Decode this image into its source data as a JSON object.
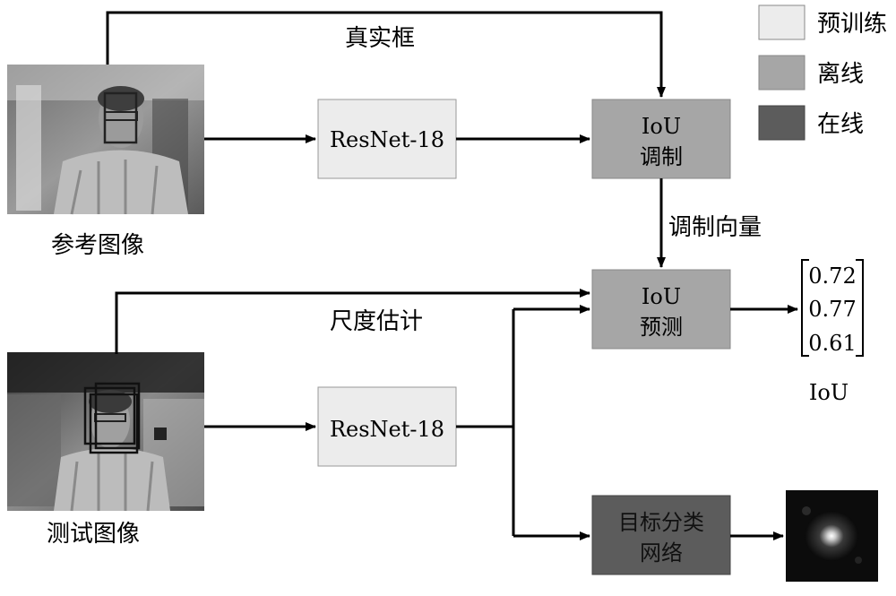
{
  "legend": {
    "items": [
      {
        "label": "预训练",
        "color": "#ececec"
      },
      {
        "label": "离线",
        "color": "#a6a6a6"
      },
      {
        "label": "在线",
        "color": "#5c5c5c"
      }
    ]
  },
  "images": {
    "reference_caption": "参考图像",
    "test_caption": "测试图像"
  },
  "blocks": {
    "resnet_top": "ResNet-18",
    "resnet_bottom": "ResNet-18",
    "iou_mod_line1": "IoU",
    "iou_mod_line2": "调制",
    "iou_pred_line1": "IoU",
    "iou_pred_line2": "预测",
    "classifier_line1": "目标分类",
    "classifier_line2": "网络"
  },
  "edges": {
    "ground_truth_box": "真实框",
    "modulation_vector": "调制向量",
    "scale_estimation": "尺度估计"
  },
  "output": {
    "values": [
      "0.72",
      "0.77",
      "0.61"
    ],
    "caption": "IoU"
  },
  "colors": {
    "pretrained": "#ececec",
    "offline": "#a6a6a6",
    "online": "#5c5c5c",
    "line": "#000000"
  }
}
